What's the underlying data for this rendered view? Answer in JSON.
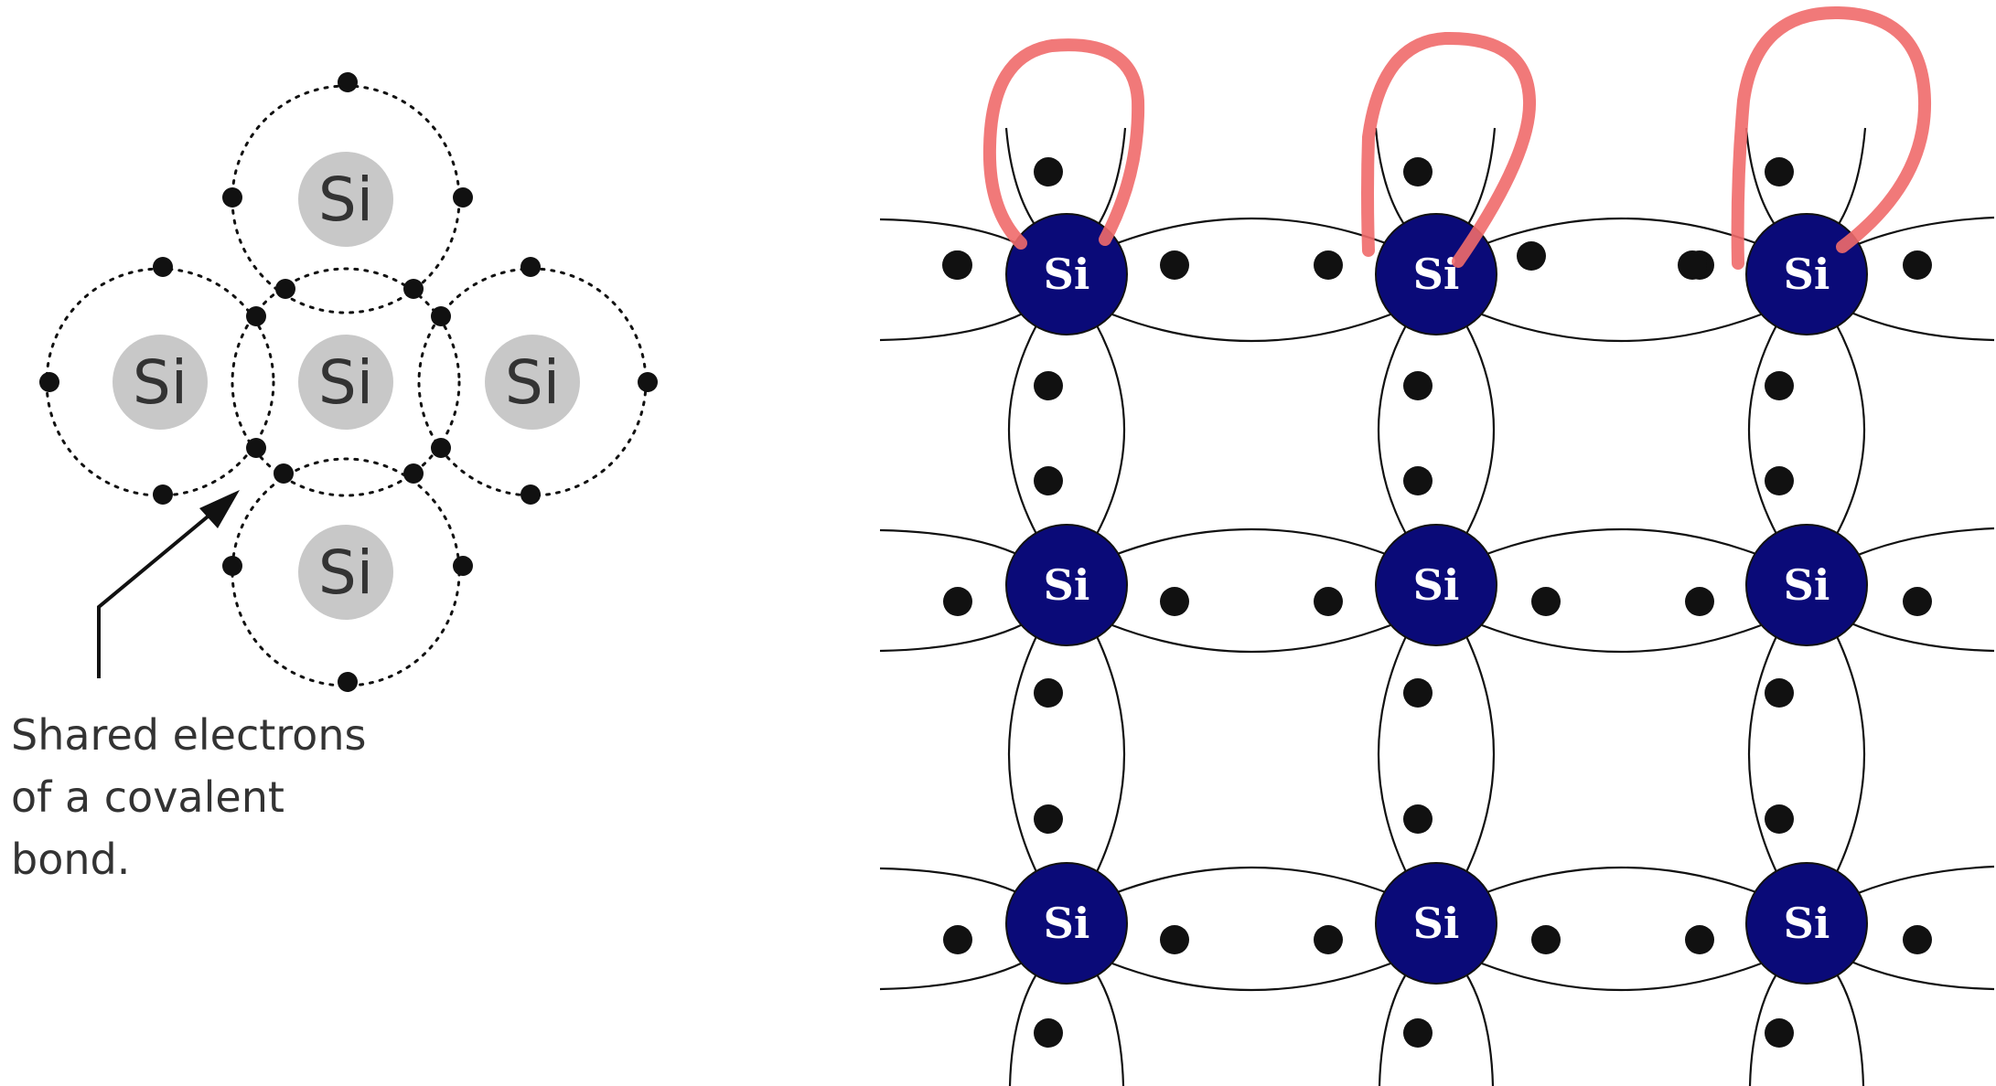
{
  "left_diagram": {
    "atom_label": "Si",
    "atom_count": 5,
    "caption_lines": [
      "Shared electrons",
      "of a covalent",
      "bond."
    ]
  },
  "right_diagram": {
    "atom_label": "Si",
    "lattice_rows": 3,
    "lattice_cols": 3,
    "highlighted_bonds": 3
  },
  "colors": {
    "grey_atom": "#c8c8c8",
    "blue_atom": "#0a0a78",
    "highlight": "#f06a6a",
    "ink": "#111111"
  }
}
